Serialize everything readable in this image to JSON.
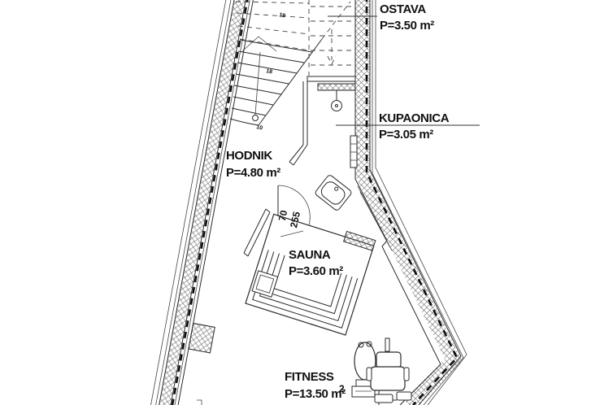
{
  "plan": {
    "rooms": {
      "ostava": {
        "name": "OSTAVA",
        "area": "P=3.50 m²"
      },
      "kupaonica": {
        "name": "KUPAONICA",
        "area": "P=3.05 m²"
      },
      "hodnik": {
        "name": "HODNIK",
        "area": "P=4.80 m²"
      },
      "sauna": {
        "name": "SAUNA",
        "area": "P=3.60 m²"
      },
      "fitness": {
        "name": "FITNESS",
        "area": "P=13.50 m²"
      }
    },
    "door_dimension": {
      "width": "70",
      "length": "255"
    },
    "stairs": {
      "step_top": "19",
      "step_mid": "18",
      "step_bottom": "10"
    },
    "equipment_number": "2",
    "colors": {
      "line": "#1c1c1c",
      "background": "#ffffff"
    }
  }
}
